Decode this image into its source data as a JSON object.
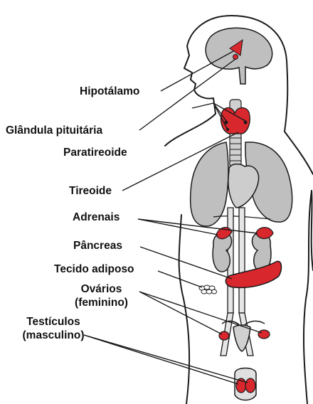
{
  "labels": {
    "hypothalamus": "Hipotálamo",
    "pituitary": "Glândula pituitária",
    "parathyroid": "Paratireoide",
    "thyroid": "Tireoide",
    "adrenals": "Adrenais",
    "pancreas": "Pâncreas",
    "adipose": "Tecido adiposo",
    "ovaries_l1": "Ovários",
    "ovaries_l2": "(feminino)",
    "testes_l1": "Testículos",
    "testes_l2": "(masculino)"
  },
  "colors": {
    "gland": "#d9272e",
    "organ": "#bfbfbf",
    "outline": "#1a1a1a",
    "text": "#111111"
  }
}
